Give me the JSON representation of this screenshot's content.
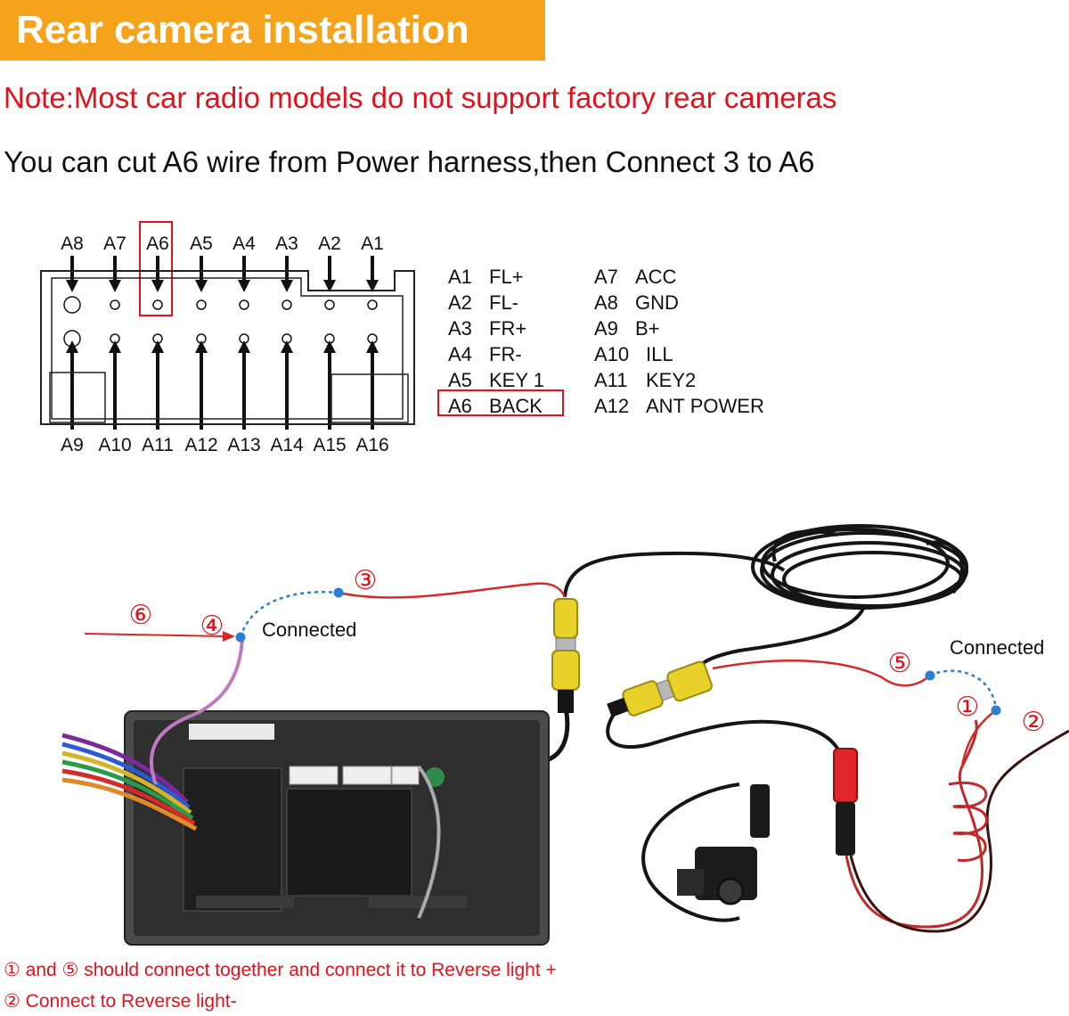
{
  "header": {
    "title": "Rear camera installation"
  },
  "note": "Note:Most car radio models do not support factory rear cameras",
  "instruction": "You can cut A6 wire from Power harness,then Connect 3 to A6",
  "connector": {
    "top_pins": [
      "A8",
      "A7",
      "A6",
      "A5",
      "A4",
      "A3",
      "A2",
      "A1"
    ],
    "bottom_pins": [
      "A9",
      "A10",
      "A11",
      "A12",
      "A13",
      "A14",
      "A15",
      "A16"
    ],
    "highlight_pin": "A6"
  },
  "pin_table": {
    "left": [
      {
        "code": "A1",
        "func": "FL+"
      },
      {
        "code": "A2",
        "func": "FL-"
      },
      {
        "code": "A3",
        "func": "FR+"
      },
      {
        "code": "A4",
        "func": "FR-"
      },
      {
        "code": "A5",
        "func": "KEY 1"
      },
      {
        "code": "A6",
        "func": "BACK"
      }
    ],
    "right": [
      {
        "code": "A7",
        "func": "ACC"
      },
      {
        "code": "A8",
        "func": "GND"
      },
      {
        "code": "A9",
        "func": "B+"
      },
      {
        "code": "A10",
        "func": "ILL"
      },
      {
        "code": "A11",
        "func": "KEY2"
      },
      {
        "code": "A12",
        "func": "ANT POWER"
      }
    ]
  },
  "wiring": {
    "markers": [
      "③",
      "⑥",
      "④",
      "⑤",
      "①",
      "②"
    ],
    "connected_label_left": "Connected",
    "connected_label_right": "Connected",
    "colors": {
      "red_wire": "#d42a2a",
      "dot": "#2a7fd4",
      "marker": "#e0121a"
    }
  },
  "footnotes": [
    "① and ⑤ should connect together and connect it to Reverse light +",
    "② Connect to Reverse light-"
  ]
}
